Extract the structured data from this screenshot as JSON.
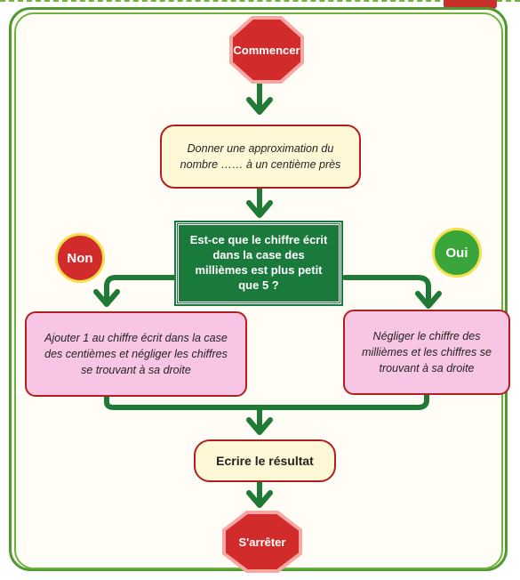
{
  "flowchart": {
    "start": "Commencer",
    "step1": "Donner une approximation du nombre …… à un centième près",
    "decision": "Est-ce que le chiffre écrit dans la case des millièmes est plus petit que 5 ?",
    "no_label": "Non",
    "yes_label": "Oui",
    "no_action": "Ajouter 1 au chiffre écrit dans la case des centièmes et négliger les chiffres se trouvant à sa droite",
    "yes_action": "Négliger le chiffre des millièmes et les chiffres se trouvant à sa droite",
    "result": "Ecrire le résultat",
    "stop": "S'arrêter"
  },
  "colors": {
    "frame": "#4e9a2f",
    "arrow": "#1f7a35",
    "terminal": "#d12b2b",
    "decision": "#1a7a3c",
    "pink_box": "#f8c6e4",
    "yellow_box": "#fff8d6"
  }
}
